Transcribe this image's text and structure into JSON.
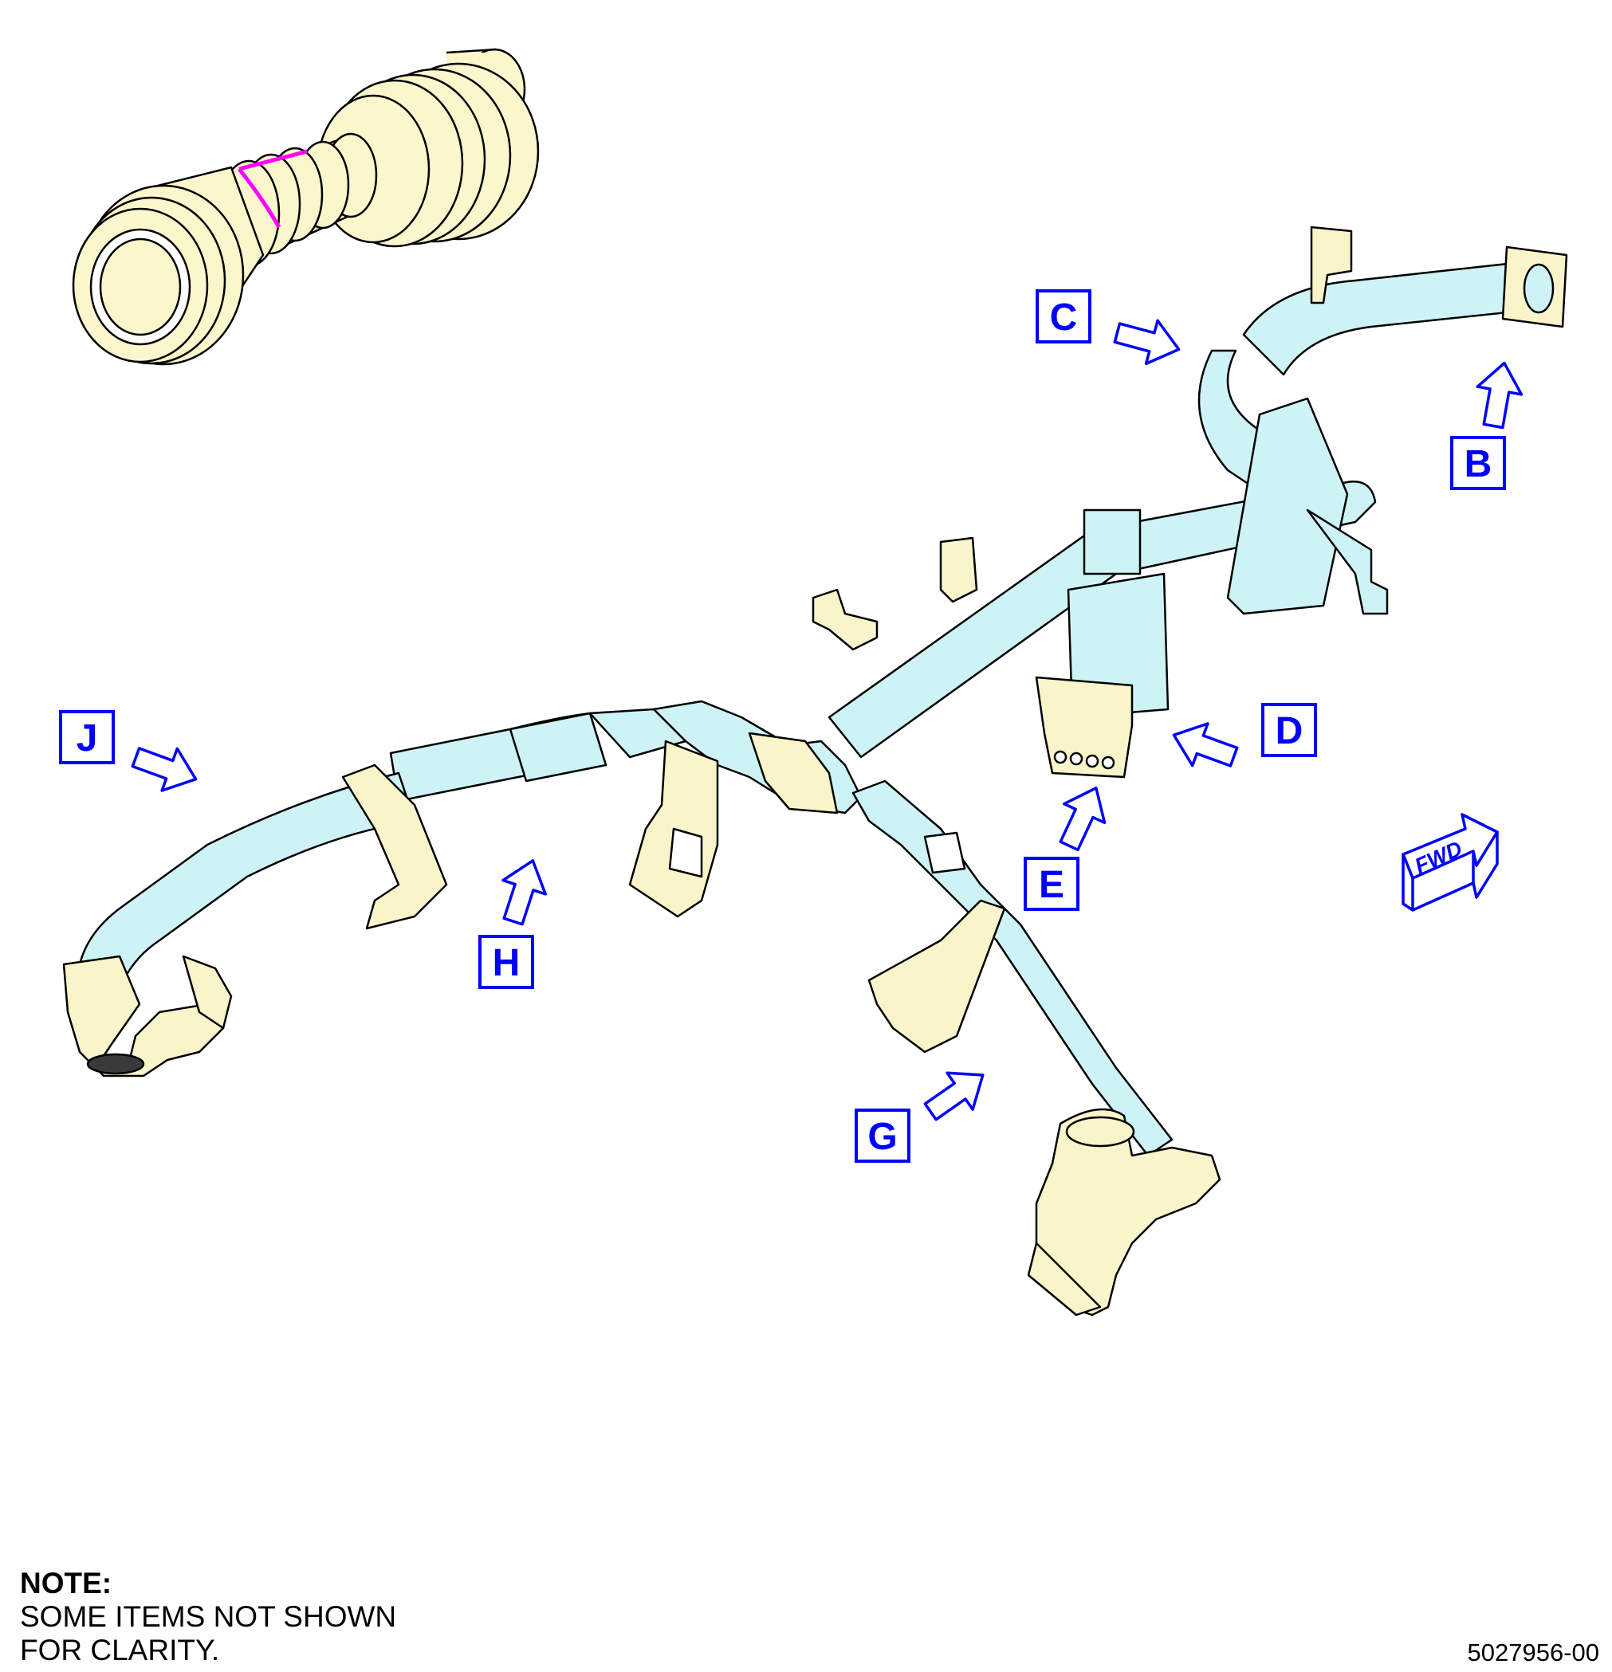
{
  "note": {
    "title": "NOTE:",
    "line1": "SOME ITEMS NOT SHOWN",
    "line2": "FOR CLARITY."
  },
  "figure_id": "5027956-00",
  "direction_label": "FWD",
  "callouts": {
    "B": "B",
    "C": "C",
    "D": "D",
    "E": "E",
    "G": "G",
    "H": "H",
    "J": "J"
  },
  "colors": {
    "duct": "#cdf3f6",
    "bracket": "#f9f4c9",
    "engine": "#fbf6cb",
    "callout": "#0000ff",
    "location_mark": "#ff00ff",
    "line": "#000000"
  }
}
